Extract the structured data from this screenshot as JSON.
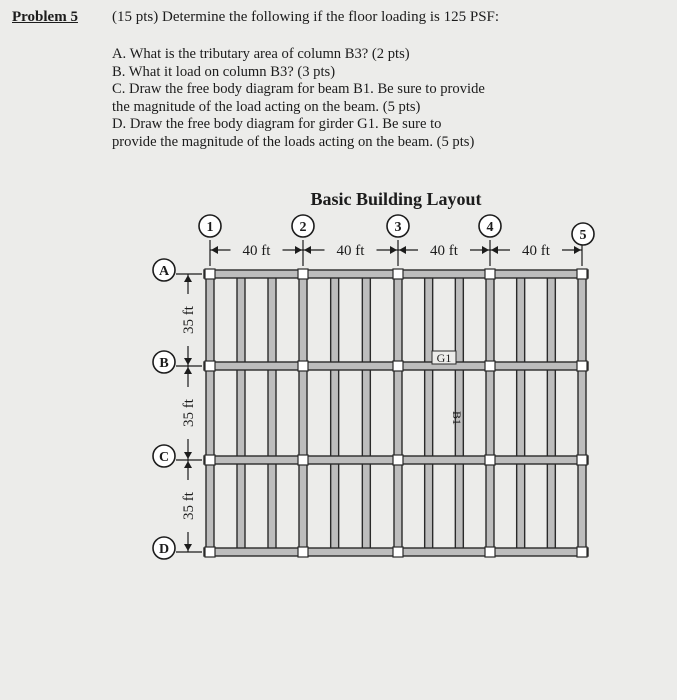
{
  "problem": {
    "label": "Problem 5",
    "prompt": "(15 pts) Determine the following if the floor loading is 125 PSF:",
    "questions": [
      "A. What is the tributary area of column B3? (2 pts)",
      "B. What it load on column B3? (3 pts)",
      "C. Draw the free body diagram for beam B1. Be sure to provide",
      "the magnitude of the load acting on the beam. (5 pts)",
      "D. Draw the free body diagram for girder G1. Be sure to",
      "provide the magnitude of the loads acting on the beam. (5 pts)"
    ]
  },
  "layout": {
    "title": "Basic Building Layout",
    "column_lines": [
      "1",
      "2",
      "3",
      "4",
      "5"
    ],
    "row_lines": [
      "A",
      "B",
      "C",
      "D"
    ],
    "column_spacings": [
      "40 ft",
      "40 ft",
      "40 ft",
      "40 ft"
    ],
    "row_spacings": [
      "35 ft",
      "35 ft",
      "35 ft"
    ],
    "girder_label": "G1",
    "beam_label": "B1"
  }
}
